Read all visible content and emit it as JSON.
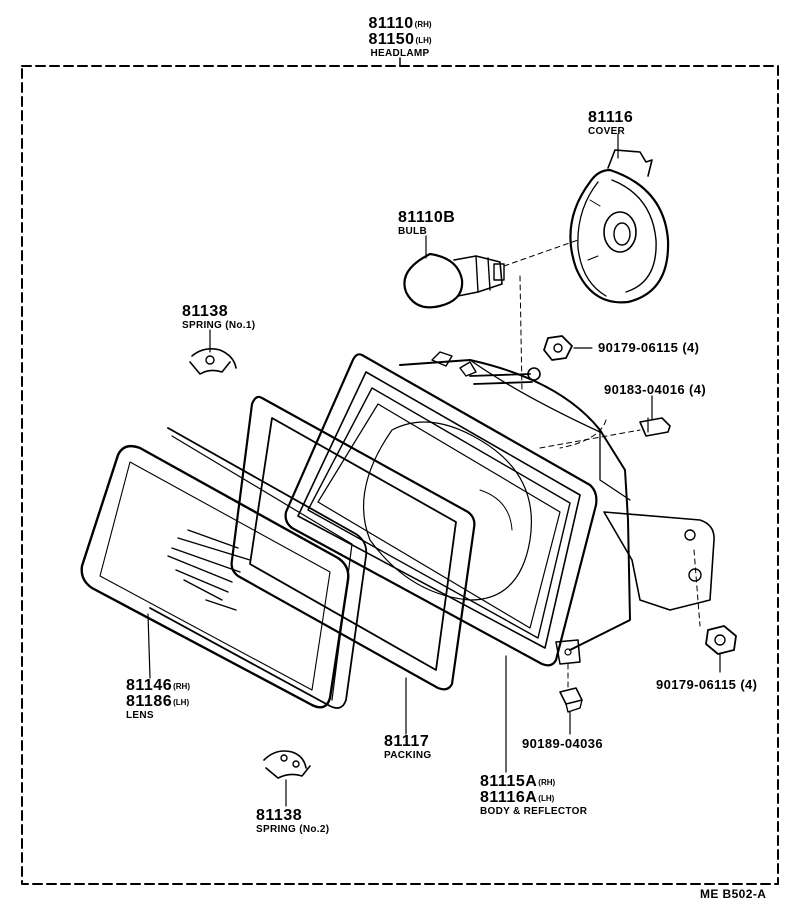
{
  "headlamp": {
    "number_rh": "81110",
    "suffix_rh": "(RH)",
    "number_lh": "81150",
    "suffix_lh": "(LH)",
    "name": "HEADLAMP"
  },
  "cover": {
    "number": "81116",
    "name": "COVER"
  },
  "bulb": {
    "number": "81110B",
    "name": "BULB"
  },
  "spring1": {
    "number": "81138",
    "name": "SPRING (No.1)"
  },
  "spring2": {
    "number": "81138",
    "name": "SPRING (No.2)"
  },
  "lens": {
    "number_rh": "81146",
    "suffix_rh": "(RH)",
    "number_lh": "81186",
    "suffix_lh": "(LH)",
    "name": "LENS"
  },
  "packing": {
    "number": "81117",
    "name": "PACKING"
  },
  "body": {
    "number_rh": "81115A",
    "suffix_rh": "(RH)",
    "number_lh": "81116A",
    "suffix_lh": "(LH)",
    "name": "BODY & REFLECTOR"
  },
  "nut_top": {
    "text": "90179-06115 (4)"
  },
  "clip": {
    "text": "90183-04016 (4)"
  },
  "nut_right": {
    "text": "90179-06115 (4)"
  },
  "clip_bottom": {
    "text": "90189-04036"
  },
  "ref_code": "ME B502-A"
}
